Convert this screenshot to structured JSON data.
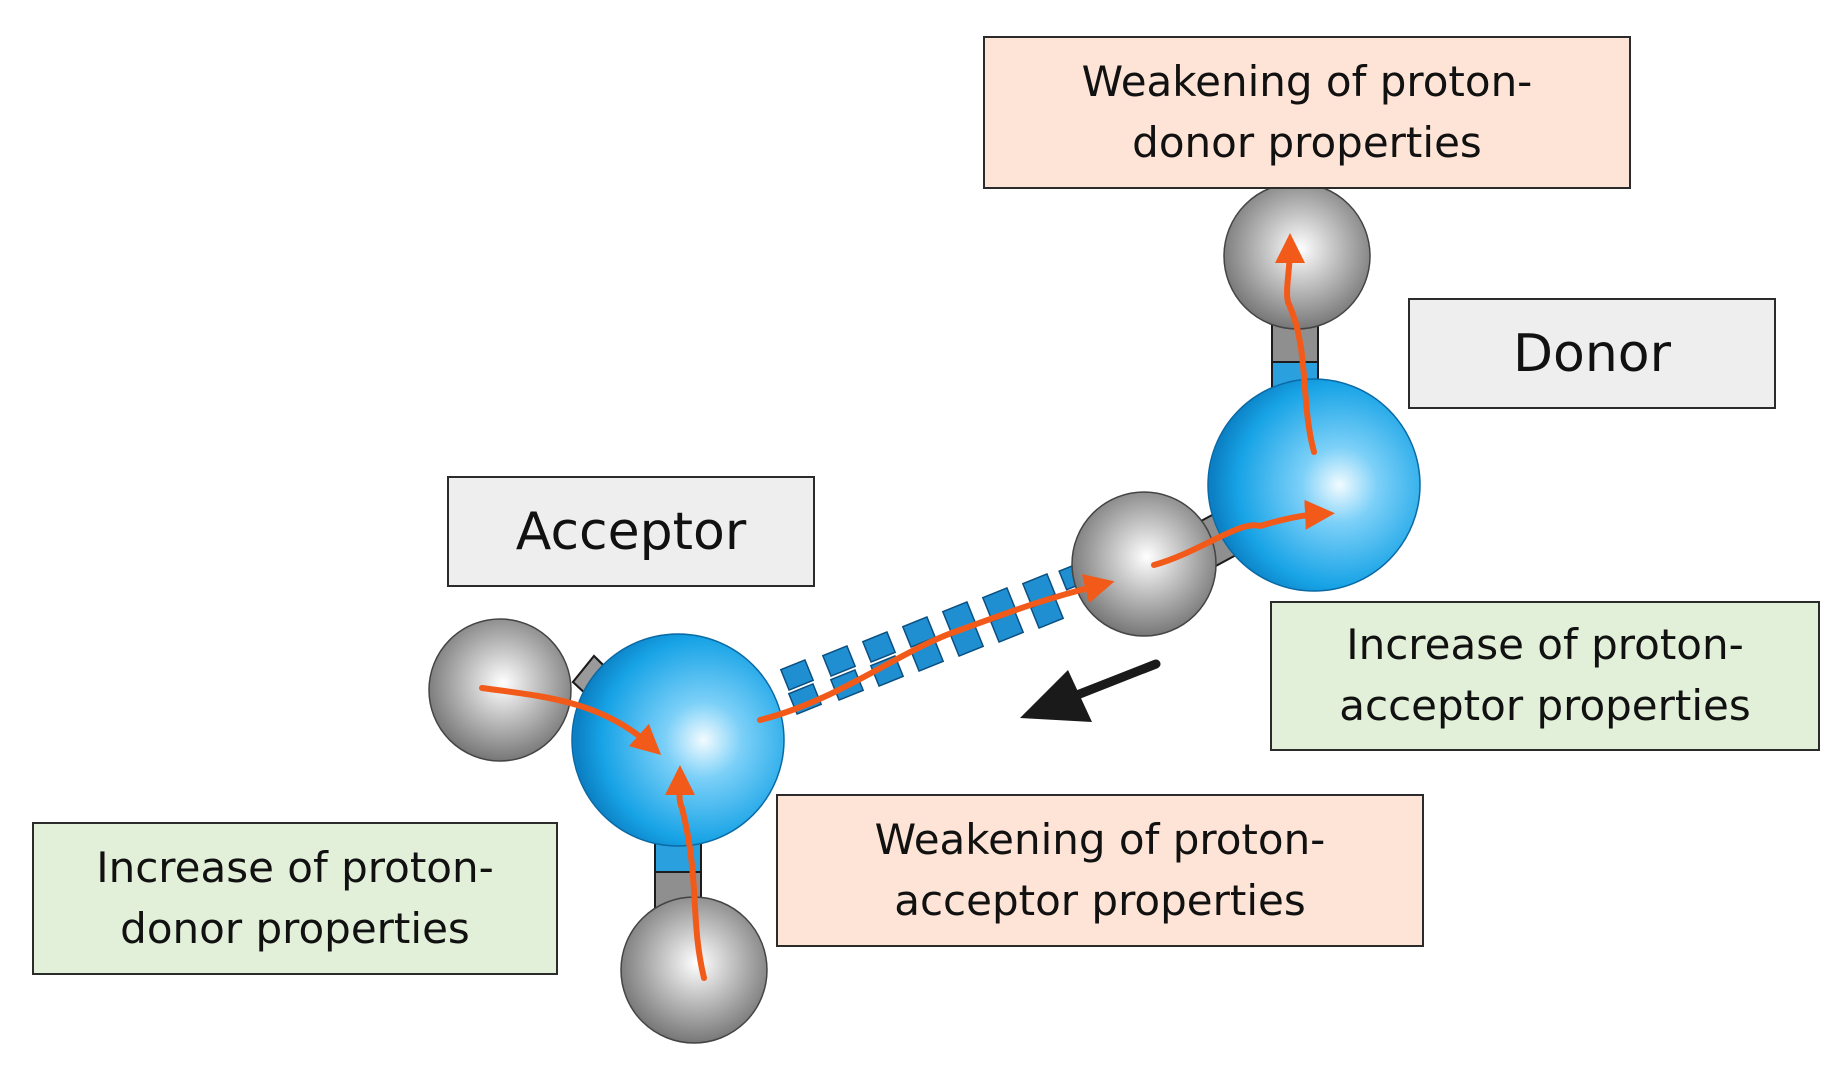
{
  "labels": {
    "weakening_donor": "Weakening of proton-\ndonor properties",
    "donor": "Donor",
    "acceptor": "Acceptor",
    "increase_acceptor": "Increase of proton-\nacceptor properties",
    "weakening_acceptor": "Weakening of proton-\nacceptor properties",
    "increase_donor": "Increase of proton-\ndonor properties"
  },
  "colors": {
    "pink_fill": "#fde4d6",
    "green_fill": "#e2f0d9",
    "gray_fill": "#eeeeee",
    "oxygen_blue": "#1aa7e8",
    "hydrogen_gray": "#8c8c8c",
    "flow_arrow": "#f25a1a",
    "direction_arrow": "#1a1a1a",
    "hbond_blue": "#1f8fd1"
  }
}
